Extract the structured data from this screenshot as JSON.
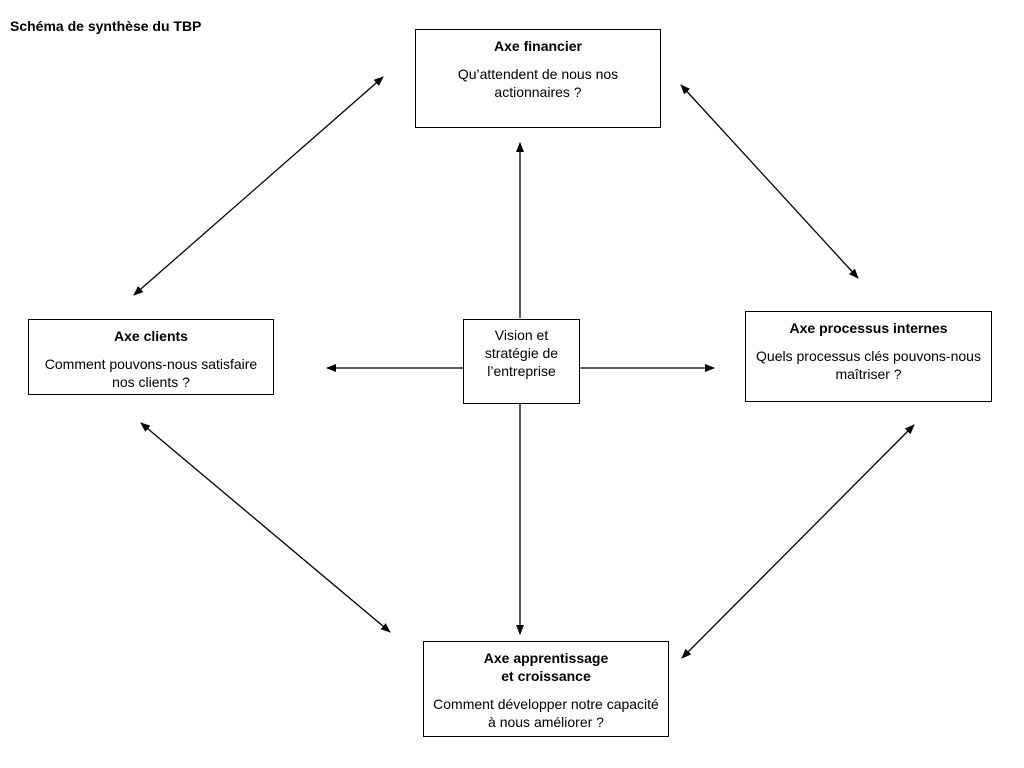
{
  "diagram": {
    "title": "Schéma de synthèse du TBP",
    "center": {
      "text": "Vision et\nstratégie de\nl’entreprise"
    },
    "boxes": {
      "financier": {
        "title": "Axe financier",
        "question": "Qu’attendent de nous nos actionnaires ?"
      },
      "clients": {
        "title": "Axe clients",
        "question": "Comment pouvons-nous satisfaire nos clients ?"
      },
      "processus": {
        "title": "Axe processus internes",
        "question": "Quels processus clés pouvons-nous maîtriser ?"
      },
      "apprentissage": {
        "title": "Axe apprentissage\net croissance",
        "question": "Comment développer notre capacité à nous améliorer ?"
      }
    },
    "connectors": [
      {
        "from": "center",
        "to": "financier",
        "type": "single-arrow"
      },
      {
        "from": "center",
        "to": "clients",
        "type": "single-arrow"
      },
      {
        "from": "center",
        "to": "processus",
        "type": "single-arrow"
      },
      {
        "from": "center",
        "to": "apprentissage",
        "type": "single-arrow"
      },
      {
        "from": "clients",
        "to": "financier",
        "type": "double-arrow"
      },
      {
        "from": "financier",
        "to": "processus",
        "type": "double-arrow"
      },
      {
        "from": "processus",
        "to": "apprentissage",
        "type": "double-arrow"
      },
      {
        "from": "apprentissage",
        "to": "clients",
        "type": "double-arrow"
      }
    ]
  }
}
